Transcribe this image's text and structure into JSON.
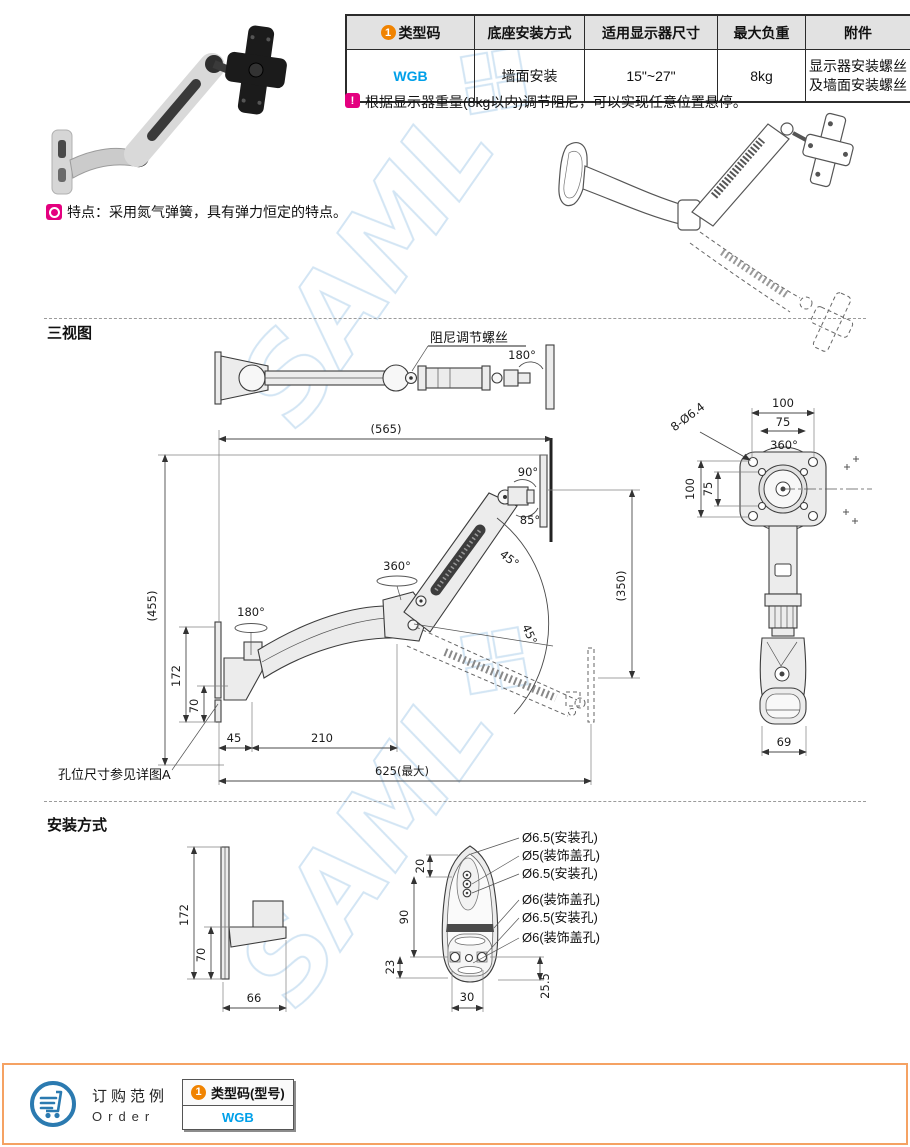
{
  "colors": {
    "type_code_blue": "#00a0e9",
    "table_header_bg": "#e2e2e2",
    "note_icon_pink": "#e4007f",
    "badge_orange": "#f08300",
    "order_border_orange": "#f5a263",
    "cart_icon_blue": "#2b7ab0",
    "watermark_blue": "#cbe1f2",
    "line_color": "#3c3c3c"
  },
  "watermark": {
    "text": "SAML❖"
  },
  "spec_table": {
    "headers": [
      {
        "badge": "1",
        "label": "类型码"
      },
      {
        "label": "底座安装方式"
      },
      {
        "label": "适用显示器尺寸"
      },
      {
        "label": "最大负重"
      },
      {
        "label": "附件"
      }
    ],
    "row": {
      "type_code": "WGB",
      "base_mount": "墙面安装",
      "monitor_size": "15\"~27\"",
      "max_load": "8kg",
      "accessory_line1": "显示器安装螺丝",
      "accessory_line2": "及墙面安装螺丝"
    }
  },
  "note": {
    "icon": "exclamation-icon",
    "text": "根据显示器重量(8kg以内)调节阻尼，可以实现任意位置悬停。"
  },
  "feature": {
    "icon": "target-icon",
    "text": "特点：采用氮气弹簧，具有弹力恒定的特点。"
  },
  "three_view": {
    "title": "三视图",
    "top_view": {
      "damper_label": "阻尼调节螺丝",
      "rotate_180": "180°"
    },
    "side_view": {
      "dim_width_total": "(565)",
      "dim_height_total": "(455)",
      "dim_height_vesa": "(350)",
      "tilt_up": "90°",
      "tilt_down": "85°",
      "swivel_joint": "360°",
      "swivel_base": "180°",
      "arc_upper": "45°",
      "arc_lower": "45°",
      "dim_plate_height": "172",
      "dim_plate_lower": "70",
      "dim_bracket": "45",
      "dim_lower_arm": "210",
      "dim_max_reach": "625(最大)",
      "hole_note": "孔位尺寸参见详图A"
    },
    "front_view": {
      "dim_vesa_w100": "100",
      "dim_vesa_w75": "75",
      "rotate_360": "360°",
      "dim_vesa_h100": "100",
      "dim_vesa_h75": "75",
      "holes": "8-Ø6.4",
      "dim_body_width": "69"
    }
  },
  "install": {
    "title": "安装方式",
    "side": {
      "dim_height": "172",
      "dim_lower": "70",
      "dim_depth": "66"
    },
    "front": {
      "dim_top_holes": "20",
      "dim_mid": "90",
      "dim_bottom": "23",
      "dim_hole_span": "30",
      "dim_right": "25.5",
      "callouts": [
        "Ø6.5(安装孔)",
        "Ø5(装饰盖孔)",
        "Ø6.5(安装孔)",
        "Ø6(装饰盖孔)",
        "Ø6.5(安装孔)",
        "Ø6(装饰盖孔)"
      ]
    }
  },
  "order": {
    "icon": "cart-icon",
    "title_cn": "订购范例",
    "title_en": "Order",
    "header_badge": "1",
    "header_label": "类型码(型号)",
    "value": "WGB"
  }
}
